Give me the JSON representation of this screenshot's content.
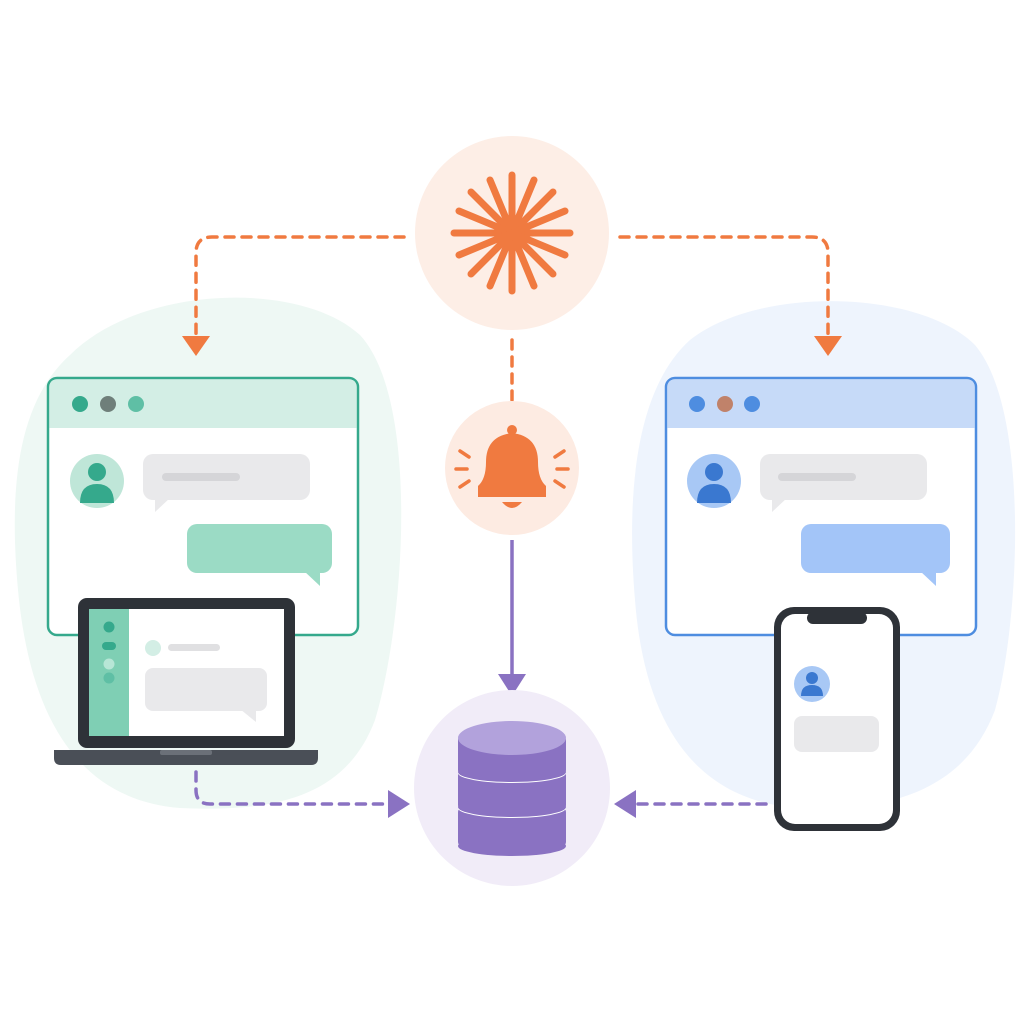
{
  "colors": {
    "background": "#ffffff",
    "hub_orange": "#F07A40",
    "hub_orange_bg": "#FDEEE6",
    "notify_bg": "#FDEBE2",
    "db_purple": "#8A72C2",
    "db_purple_light": "#B2A2DC",
    "db_bg": "#F1ECF8",
    "left_teal": "#35A98C",
    "left_blob": "#EEF8F4",
    "left_bar": "#D3EEE5",
    "left_bubble": "#9BDBC5",
    "right_blue": "#4E8DE0",
    "right_blob": "#EEF4FD",
    "right_bar": "#C6DAF8",
    "right_bubble": "#A3C5F8",
    "gray_bubble": "#E9E9EB",
    "device_dark": "#2E3238",
    "dot_brown": "#C0826A",
    "dot_gray": "#6F7F7A"
  },
  "nodes": [
    {
      "id": "hub",
      "icon": "starburst-icon"
    },
    {
      "id": "notification",
      "icon": "bell-icon"
    },
    {
      "id": "database",
      "icon": "database-icon"
    },
    {
      "id": "desktop-web-client",
      "icon": "browser-window-icon"
    },
    {
      "id": "laptop-client",
      "icon": "laptop-icon"
    },
    {
      "id": "mobile-client",
      "icon": "smartphone-icon"
    }
  ],
  "edges": [
    {
      "from": "hub",
      "to": "desktop-web-client",
      "style": "dashed",
      "color": "orange"
    },
    {
      "from": "hub",
      "to": "mobile-web-client",
      "style": "dashed",
      "color": "orange"
    },
    {
      "from": "hub",
      "to": "notification",
      "style": "dashed",
      "color": "orange"
    },
    {
      "from": "notification",
      "to": "database",
      "style": "solid",
      "color": "purple"
    },
    {
      "from": "laptop-client",
      "to": "database",
      "style": "dashed",
      "color": "purple"
    },
    {
      "from": "mobile-client",
      "to": "database",
      "style": "dashed",
      "color": "purple"
    }
  ]
}
